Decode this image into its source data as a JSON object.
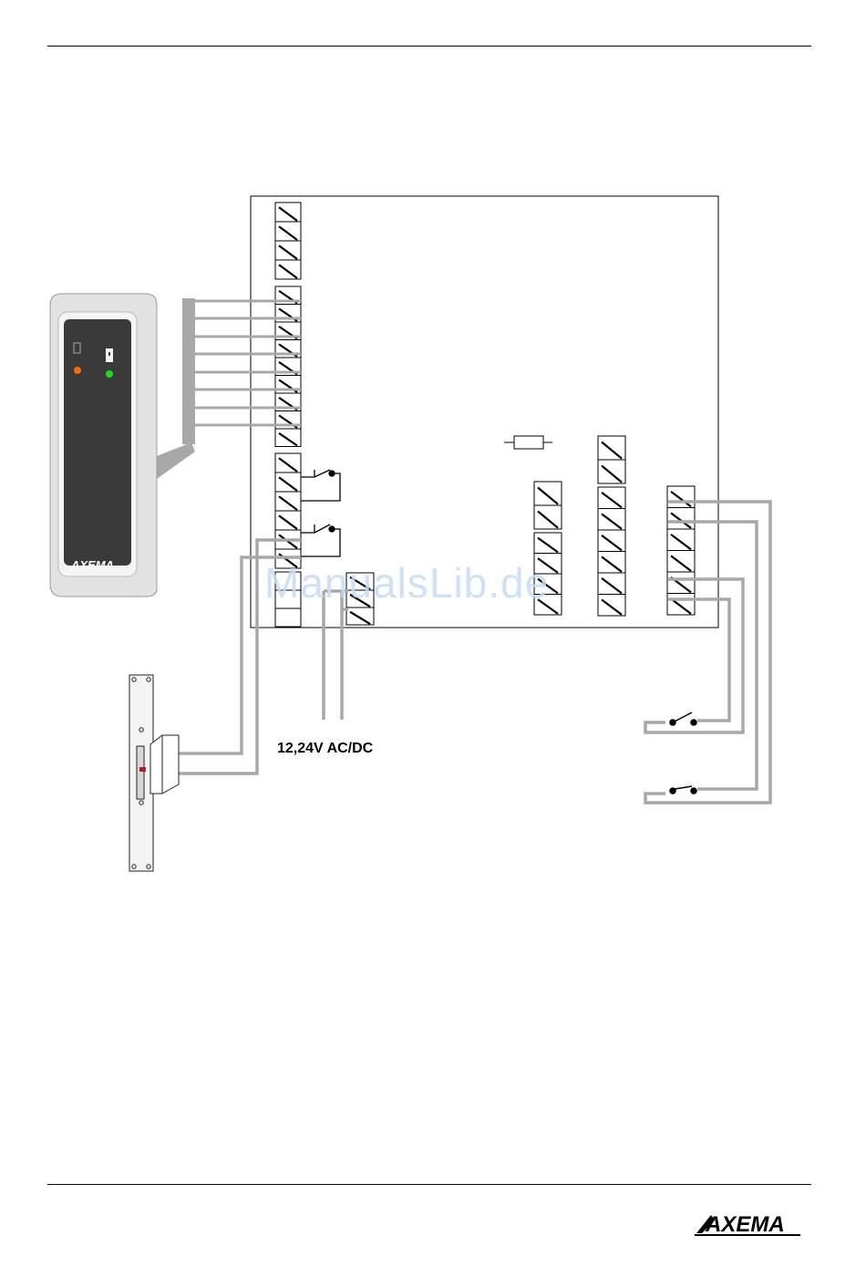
{
  "power": {
    "label": "12,24V  AC/DC"
  },
  "watermark": {
    "text": "ManualsLib.de"
  },
  "reader": {
    "brand": "AXEMA"
  },
  "footer": {
    "brand": "AXEMA"
  },
  "colors": {
    "wire": "#a8a8a8",
    "reader_body": "#e2e2e2",
    "reader_face": "#3a3a3a",
    "led_left": "#ff6a00",
    "led_right": "#1fd81f"
  }
}
